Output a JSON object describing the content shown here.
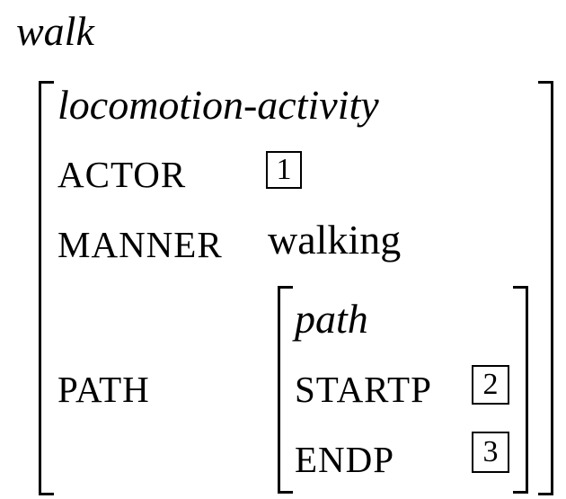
{
  "word": "walk",
  "outer_avm": {
    "type": "locomotion-activity",
    "features": [
      {
        "name": "ACTOR",
        "tag": "1"
      },
      {
        "name": "MANNER",
        "value": "walking"
      },
      {
        "name": "PATH"
      }
    ]
  },
  "path_avm": {
    "type": "path",
    "features": [
      {
        "name": "STARTP",
        "tag": "2"
      },
      {
        "name": "ENDP",
        "tag": "3"
      }
    ]
  }
}
